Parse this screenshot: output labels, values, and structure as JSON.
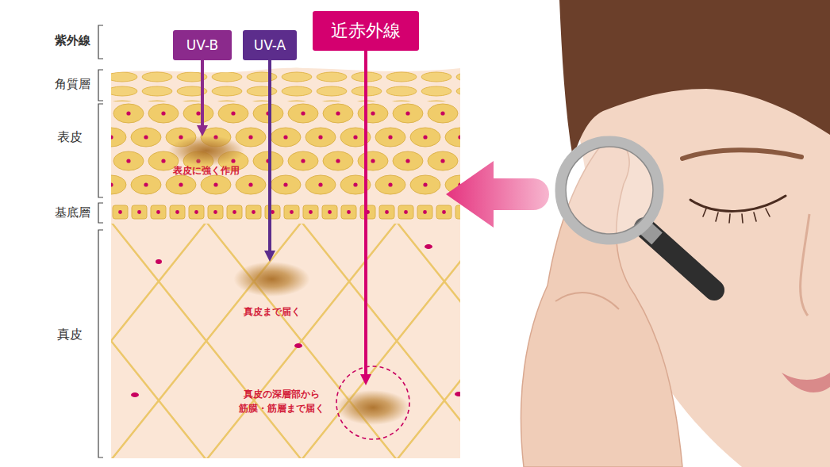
{
  "diagram": {
    "nodes": [
      {
        "text": [
          "UV-B"
        ]
      },
      {
        "text": [
          "UV-A"
        ]
      },
      {
        "text": [
          "近赤外線"
        ]
      },
      {
        "text": [
          "表皮に強く作用"
        ]
      },
      {
        "text": [
          "真皮まで届く"
        ]
      },
      {
        "text": [
          "真皮の深層部から 筋膜・筋層まで届く"
        ]
      }
    ],
    "edges": [
      {
        "from": 0,
        "to": 3,
        "arrow": "to"
      },
      {
        "from": 1,
        "to": 4,
        "arrow": "to"
      },
      {
        "from": 2,
        "to": 5,
        "arrow": "to"
      }
    ],
    "labels": [
      "紫外線",
      "角質層",
      "表皮",
      "基底層",
      "真皮"
    ]
  }
}
